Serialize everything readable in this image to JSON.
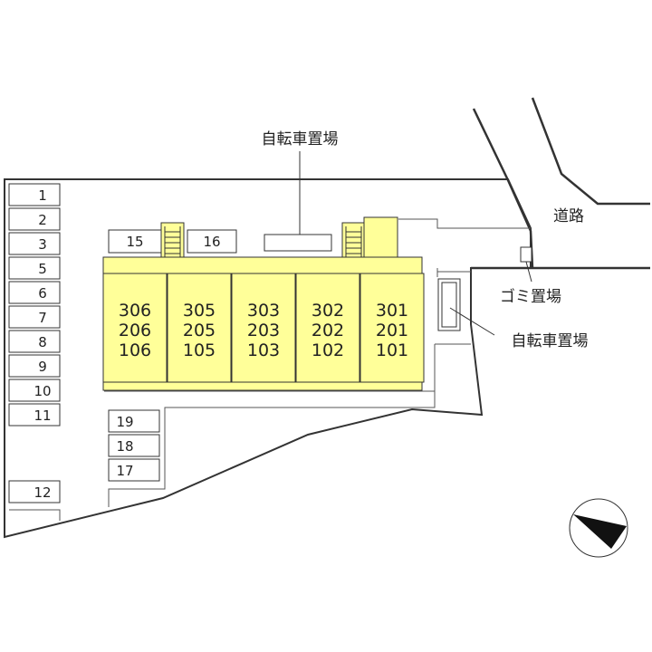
{
  "labels": {
    "bicycle_parking_top": "自転車置場",
    "road": "道路",
    "garbage": "ゴミ置場",
    "bicycle_parking_right": "自転車置場"
  },
  "parking_left": [
    "1",
    "2",
    "3",
    "5",
    "6",
    "7",
    "8",
    "9",
    "10",
    "11"
  ],
  "parking_12": "12",
  "parking_top": [
    "15",
    "16"
  ],
  "parking_bottom": [
    "19",
    "18",
    "17"
  ],
  "units": [
    {
      "top": "306",
      "mid": "206",
      "bot": "106"
    },
    {
      "top": "305",
      "mid": "205",
      "bot": "105"
    },
    {
      "top": "303",
      "mid": "203",
      "bot": "103"
    },
    {
      "top": "302",
      "mid": "202",
      "bot": "102"
    },
    {
      "top": "301",
      "mid": "201",
      "bot": "101"
    }
  ],
  "colors": {
    "building": "#ffff99",
    "line": "#333333",
    "stair": "#ffff99"
  },
  "compass": {
    "icon": "north-arrow-icon"
  }
}
